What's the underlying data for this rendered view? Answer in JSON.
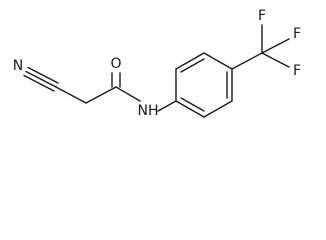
{
  "structure": {
    "atoms": {
      "nitrile_n": "N",
      "carbonyl_o": "O",
      "amide_nh": "NH",
      "fluorine_top": "F",
      "fluorine_right_upper": "F",
      "fluorine_right_lower": "F"
    }
  }
}
